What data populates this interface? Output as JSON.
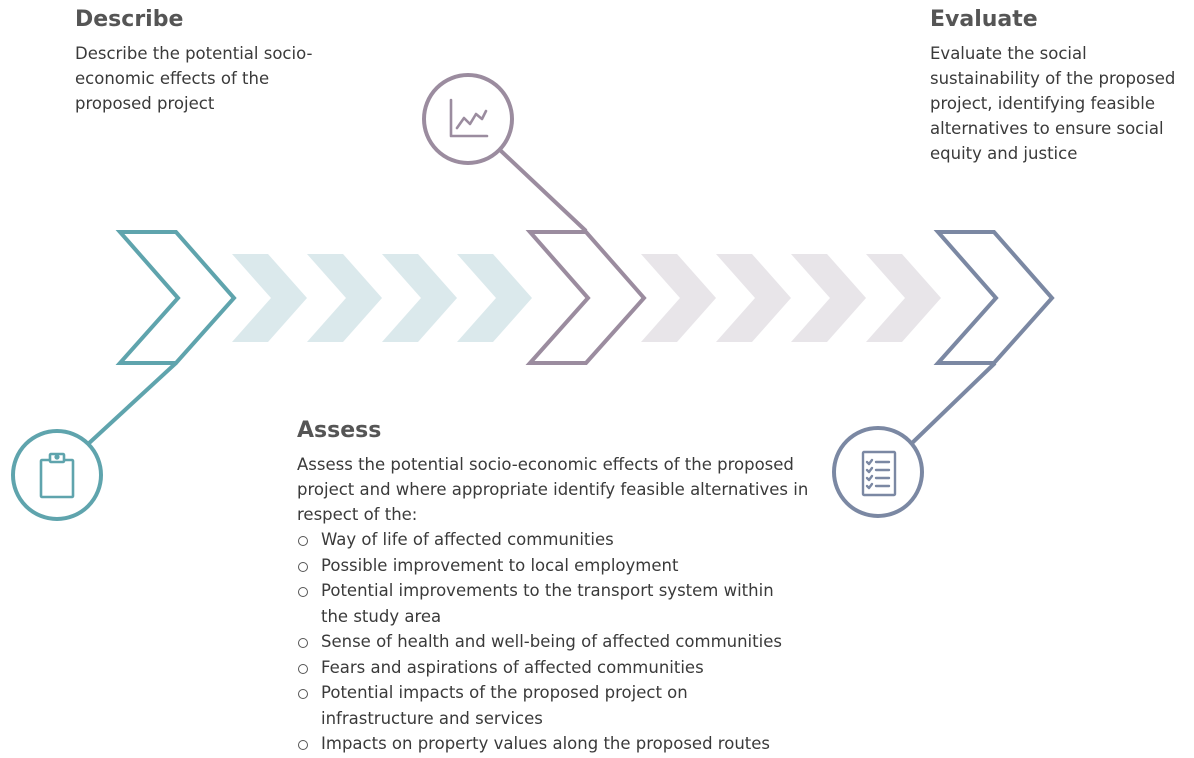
{
  "colors": {
    "teal": "#5fa4ad",
    "teal_light": "#dbe9ec",
    "mauve": "#9b8c9f",
    "mauve_light": "#e8e5e9",
    "slate": "#7b88a3",
    "heading": "#555555",
    "text": "#3a3a3a"
  },
  "describe": {
    "title": "Describe",
    "text": "Describe the potential socio-economic effects of the proposed project",
    "icon": "clipboard-icon"
  },
  "assess": {
    "title": "Assess",
    "text": "Assess the potential socio-economic effects of the proposed project  and where appropriate identify feasible alternatives in respect of the:",
    "icon": "chart-trend-icon",
    "items": [
      "Way of life of affected communities",
      "Possible improvement to local employment",
      "Potential improvements to the transport system within the study area",
      "Sense of health and well-being of affected communities",
      "Fears and aspirations of affected communities",
      "Potential impacts of the proposed project on infrastructure and services",
      "Impacts on property values along the proposed routes"
    ]
  },
  "evaluate": {
    "title": "Evaluate",
    "text": "Evaluate the social sustainability of the proposed project, identifying feasible alternatives to ensure social equity and justice",
    "icon": "checklist-icon"
  }
}
